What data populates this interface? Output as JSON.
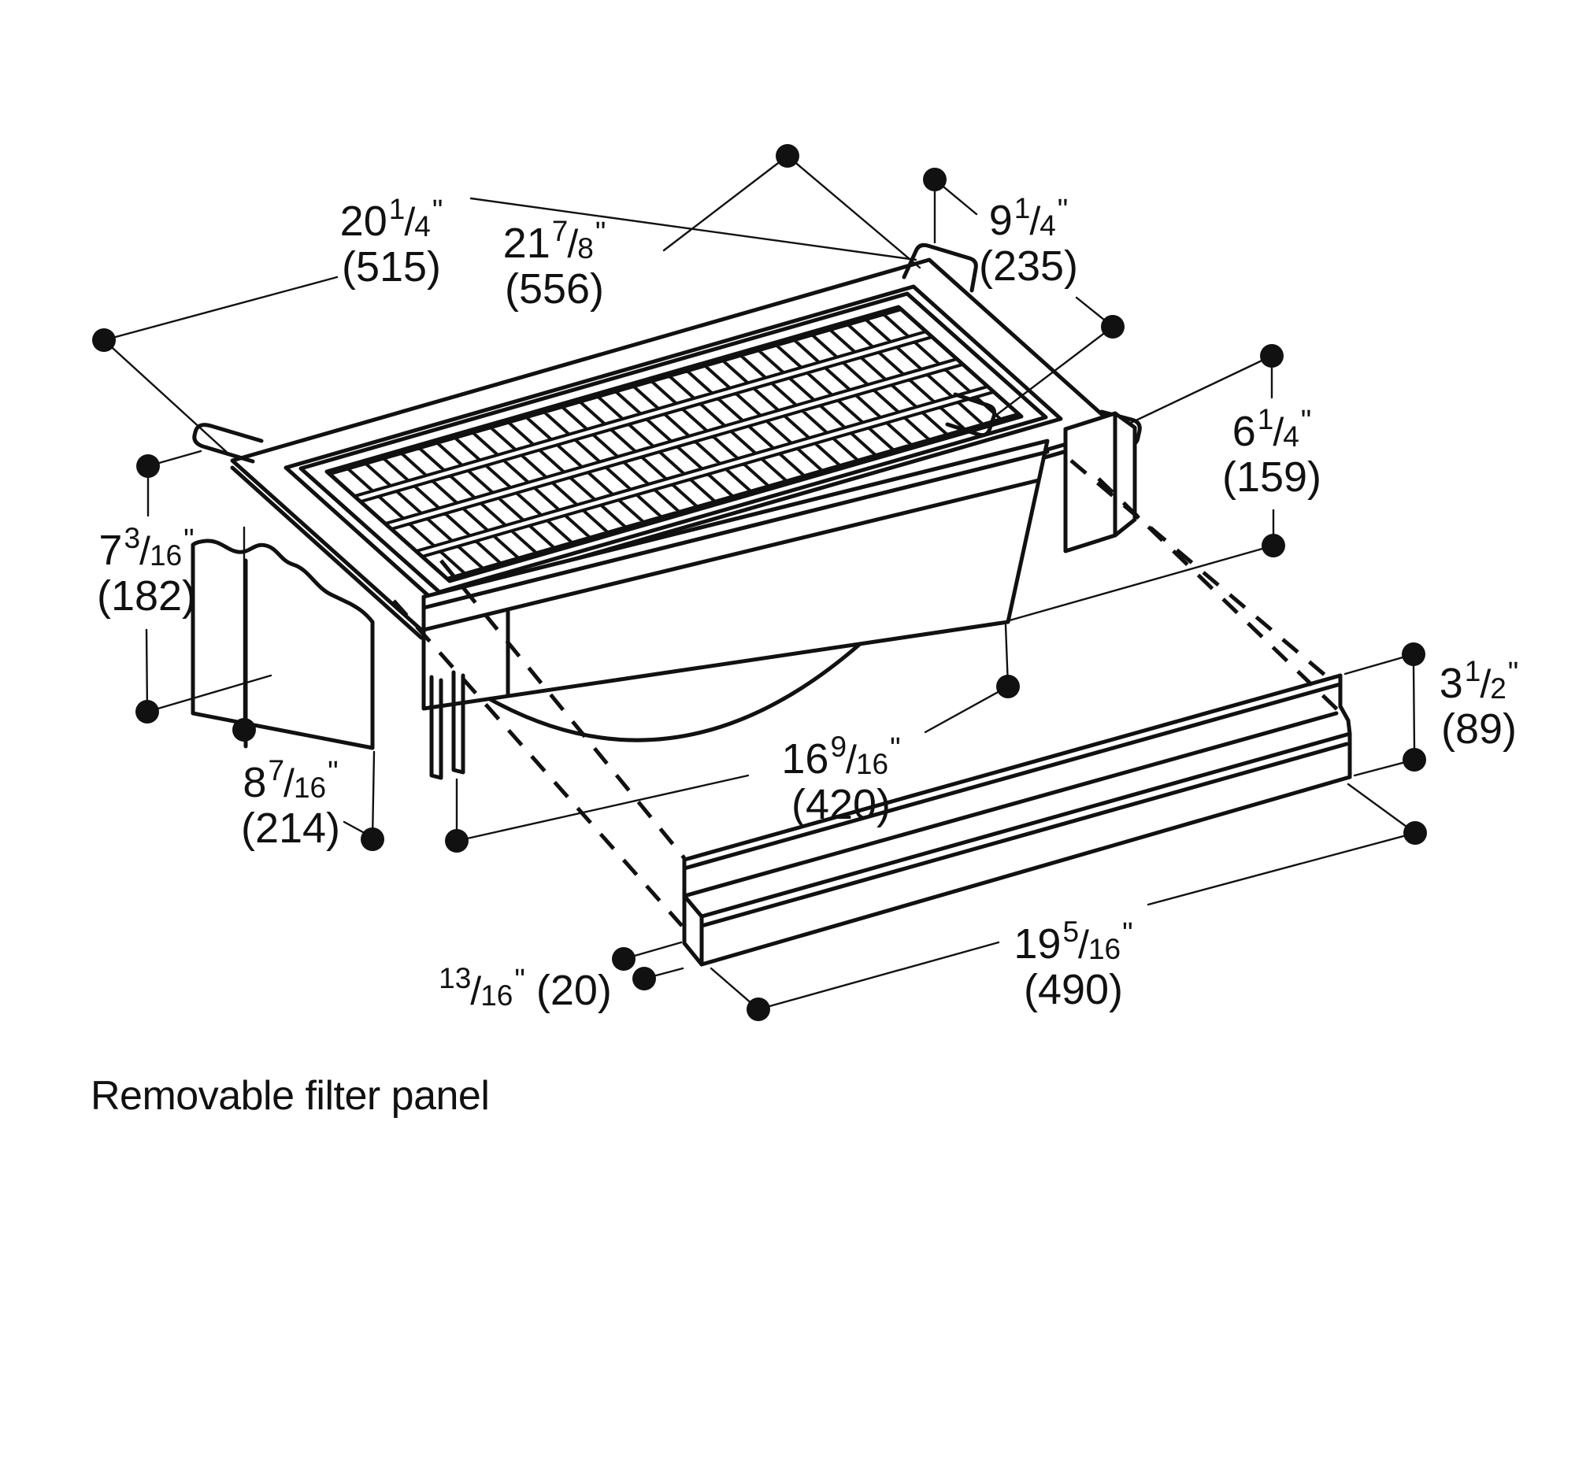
{
  "title": "Removable filter panel",
  "dimensions": {
    "d515": {
      "whole": "20",
      "num": "1",
      "sep": "/",
      "den": "4",
      "unit": "\"",
      "metric": "(515)"
    },
    "d556": {
      "whole": "21",
      "num": "7",
      "sep": "/",
      "den": "8",
      "unit": "\"",
      "metric": "(556)"
    },
    "d235": {
      "whole": "9",
      "num": "1",
      "sep": "/",
      "den": "4",
      "unit": "\"",
      "metric": "(235)"
    },
    "d159": {
      "whole": "6",
      "num": "1",
      "sep": "/",
      "den": "4",
      "unit": "\"",
      "metric": "(159)"
    },
    "d182": {
      "whole": "7",
      "num": "3",
      "sep": "/",
      "den": "16",
      "unit": "\"",
      "metric": "(182)"
    },
    "d214": {
      "whole": "8",
      "num": "7",
      "sep": "/",
      "den": "16",
      "unit": "\"",
      "metric": "(214)"
    },
    "d420": {
      "whole": "16",
      "num": "9",
      "sep": "/",
      "den": "16",
      "unit": "\"",
      "metric": "(420)"
    },
    "d89": {
      "whole": "3",
      "num": "1",
      "sep": "/",
      "den": "2",
      "unit": "\"",
      "metric": "(89)"
    },
    "d490": {
      "whole": "19",
      "num": "5",
      "sep": "/",
      "den": "16",
      "unit": "\"",
      "metric": "(490)"
    },
    "d20": {
      "whole": "",
      "num": "13",
      "sep": "/",
      "den": "16",
      "unit": "\"",
      "metric": "(20)"
    }
  }
}
